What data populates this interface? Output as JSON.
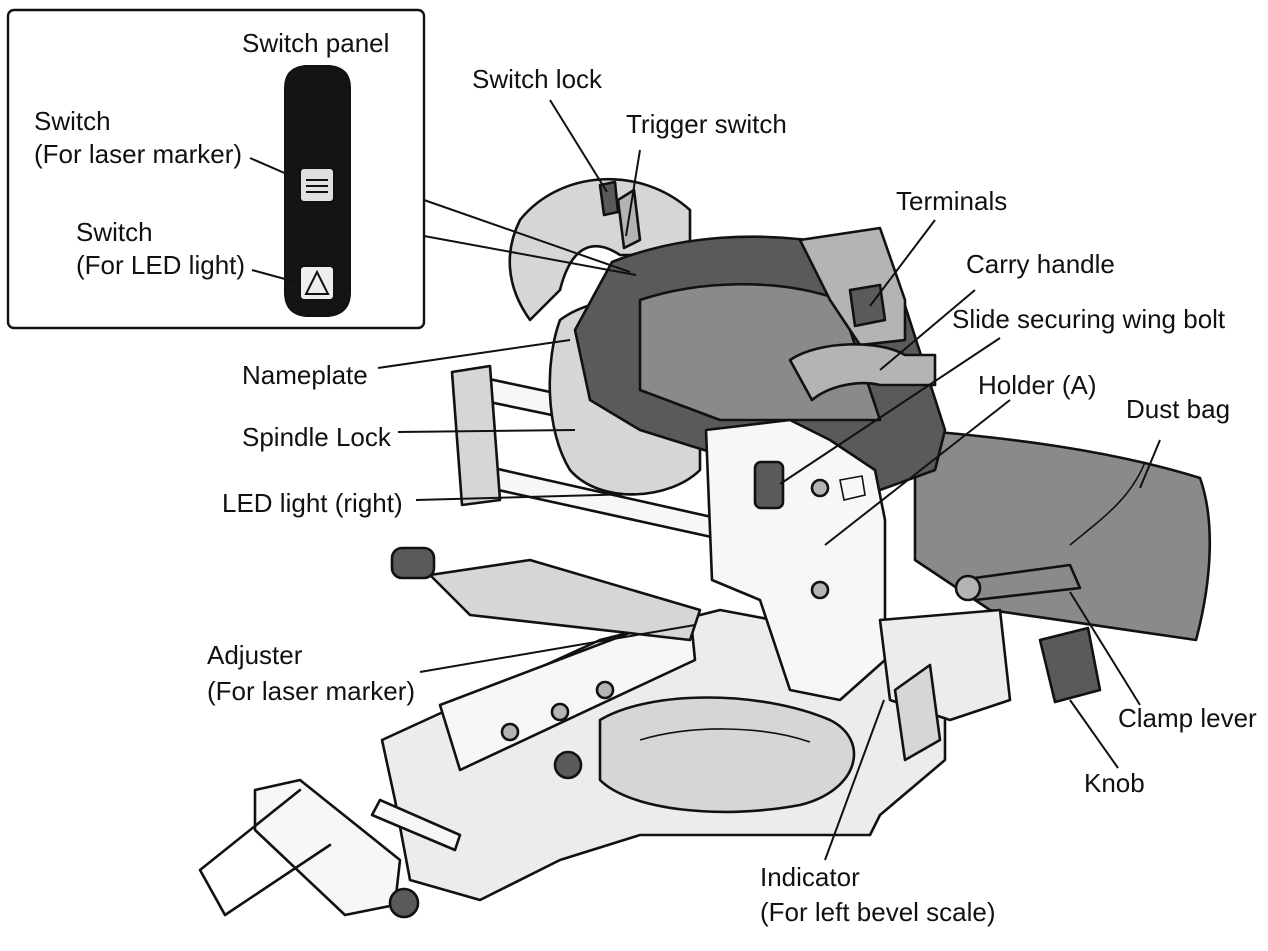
{
  "labels": {
    "switch_panel": "Switch panel",
    "switch_laser_1": "Switch",
    "switch_laser_2": "(For laser marker)",
    "switch_led_1": "Switch",
    "switch_led_2": "(For LED light)",
    "switch_lock": "Switch lock",
    "trigger_switch": "Trigger switch",
    "terminals": "Terminals",
    "carry_handle": "Carry handle",
    "slide_bolt": "Slide securing wing bolt",
    "holder_a": "Holder (A)",
    "dust_bag": "Dust bag",
    "nameplate": "Nameplate",
    "spindle_lock": "Spindle Lock",
    "led_light_right": "LED light (right)",
    "adjuster_1": "Adjuster",
    "adjuster_2": "(For laser marker)",
    "clamp_lever": "Clamp lever",
    "knob": "Knob",
    "indicator_1": "Indicator",
    "indicator_2": "(For left bevel scale)"
  },
  "icons": {
    "laser_switch": "laser-switch-icon",
    "led_switch": "led-light-switch-icon"
  },
  "colors": {
    "ink": "#111111",
    "machine_dark": "#5a5a5a",
    "machine_mid": "#8a8a8a",
    "machine_light": "#d6d6d6",
    "panel": "#141414"
  }
}
